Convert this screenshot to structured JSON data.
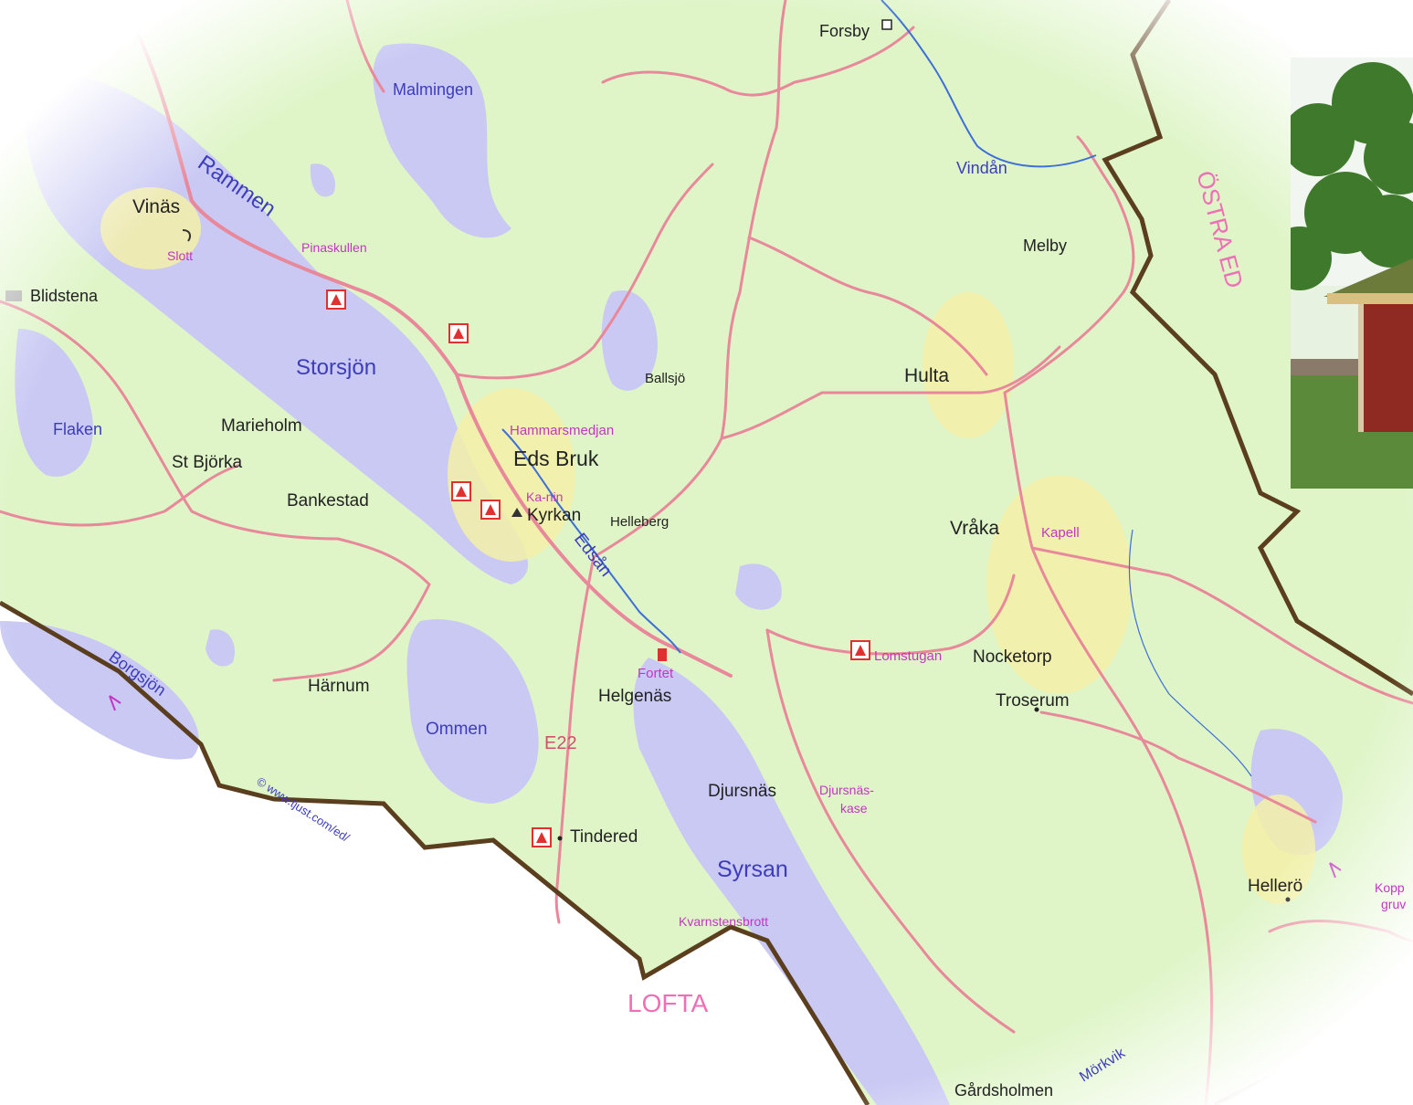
{
  "labels": {
    "forsby": "Forsby",
    "malmingen": "Malmingen",
    "rammen": "Rammen",
    "vinas": "Vinäs",
    "slott": "Slott",
    "pinaskullen": "Pinaskullen",
    "blidstena": "Blidstena",
    "storsjon": "Storsjön",
    "flaken": "Flaken",
    "marieholm": "Marieholm",
    "st_bjorka": "St Björka",
    "bankestad": "Bankestad",
    "hammarsmedjan": "Hammarsmedjan",
    "eds_bruk": "Eds Bruk",
    "ka_nin": "Ka-nin",
    "kyrkan": "Kyrkan",
    "helleberg": "Helleberg",
    "edsan": "Edsån",
    "ballsjo": "Ballsjö",
    "vindan": "Vindån",
    "melby": "Melby",
    "ostra_ed": "ÖSTRA ED",
    "hulta": "Hulta",
    "vraka": "Vråka",
    "kapell": "Kapell",
    "lomstugan": "Lomstugan",
    "nocketorp": "Nocketorp",
    "troserum": "Troserum",
    "fortet": "Fortet",
    "helgenas": "Helgenäs",
    "harnum": "Härnum",
    "borgsjon": "Borgsjön",
    "ommen": "Ommen",
    "e22": "E22",
    "copyright": "© www.tjust.com/ed/",
    "djursnas": "Djursnäs",
    "djursnaskase_1": "Djursnäs-",
    "djursnaskase_2": "kase",
    "tindered": "Tindered",
    "syrsan": "Syrsan",
    "kvarnstensbrott": "Kvarnstensbrott",
    "hellero": "Hellerö",
    "kopp_1": "Kopp",
    "kopp_2": "gruv",
    "lofta": "LOFTA",
    "morkvik": "Mörkvik",
    "gardsholmen": "Gårdsholmen"
  },
  "colors": {
    "land": "#dff5c8",
    "water": "#c9c9f4",
    "road": "#e9889a",
    "border": "#5a3e1d",
    "river": "#3d6fd8",
    "place_text": "#222222",
    "water_text": "#3d3dbb",
    "poi_text": "#c236c2",
    "parish_text": "#ee6fb6",
    "settlement": "#f4f0a8",
    "symbol": "#e03030"
  },
  "icons": {
    "church": "church-icon",
    "ruin": "ruin-icon",
    "rune": "rune-stone-icon",
    "castle": "castle-icon"
  }
}
